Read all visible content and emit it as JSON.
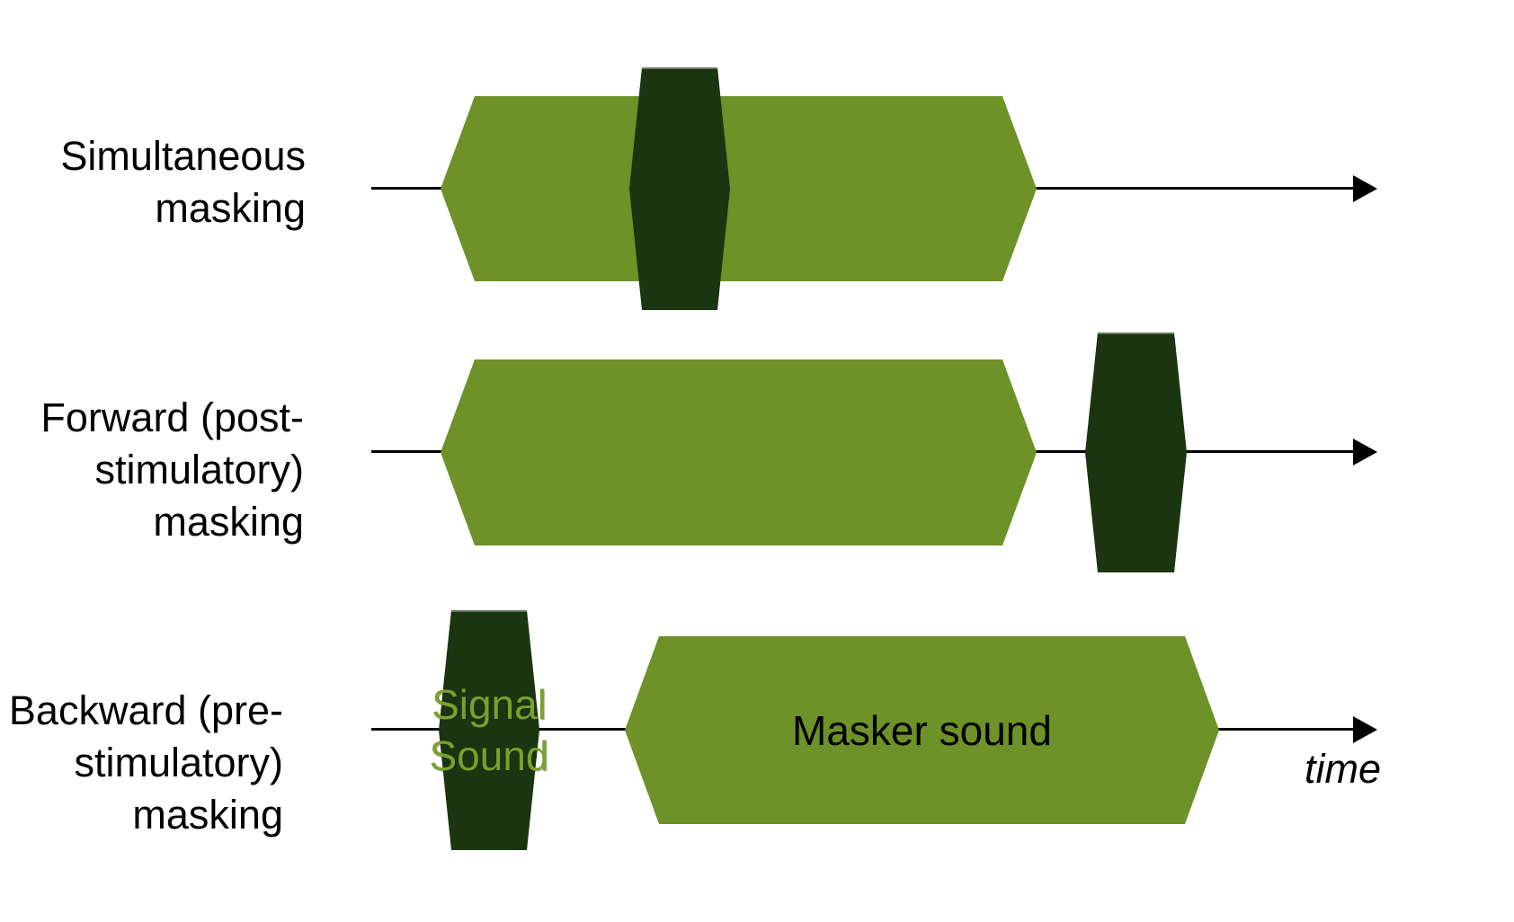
{
  "diagram": {
    "rows": [
      {
        "label_lines": [
          "Simultaneous",
          "masking"
        ]
      },
      {
        "label_lines": [
          "Forward (post-",
          "stimulatory)",
          "masking"
        ]
      },
      {
        "label_lines": [
          "Backward (pre-",
          "stimulatory)",
          "masking"
        ]
      }
    ],
    "annotations": {
      "signal_sound_lines": [
        "Signal",
        "Sound"
      ],
      "masker_sound": "Masker sound",
      "time_label": "time"
    },
    "colors": {
      "masker_green": "#6e9128",
      "signal_dark_green": "#1a3510",
      "signal_text_green": "#7aa02d",
      "axis_black": "#000000"
    }
  }
}
